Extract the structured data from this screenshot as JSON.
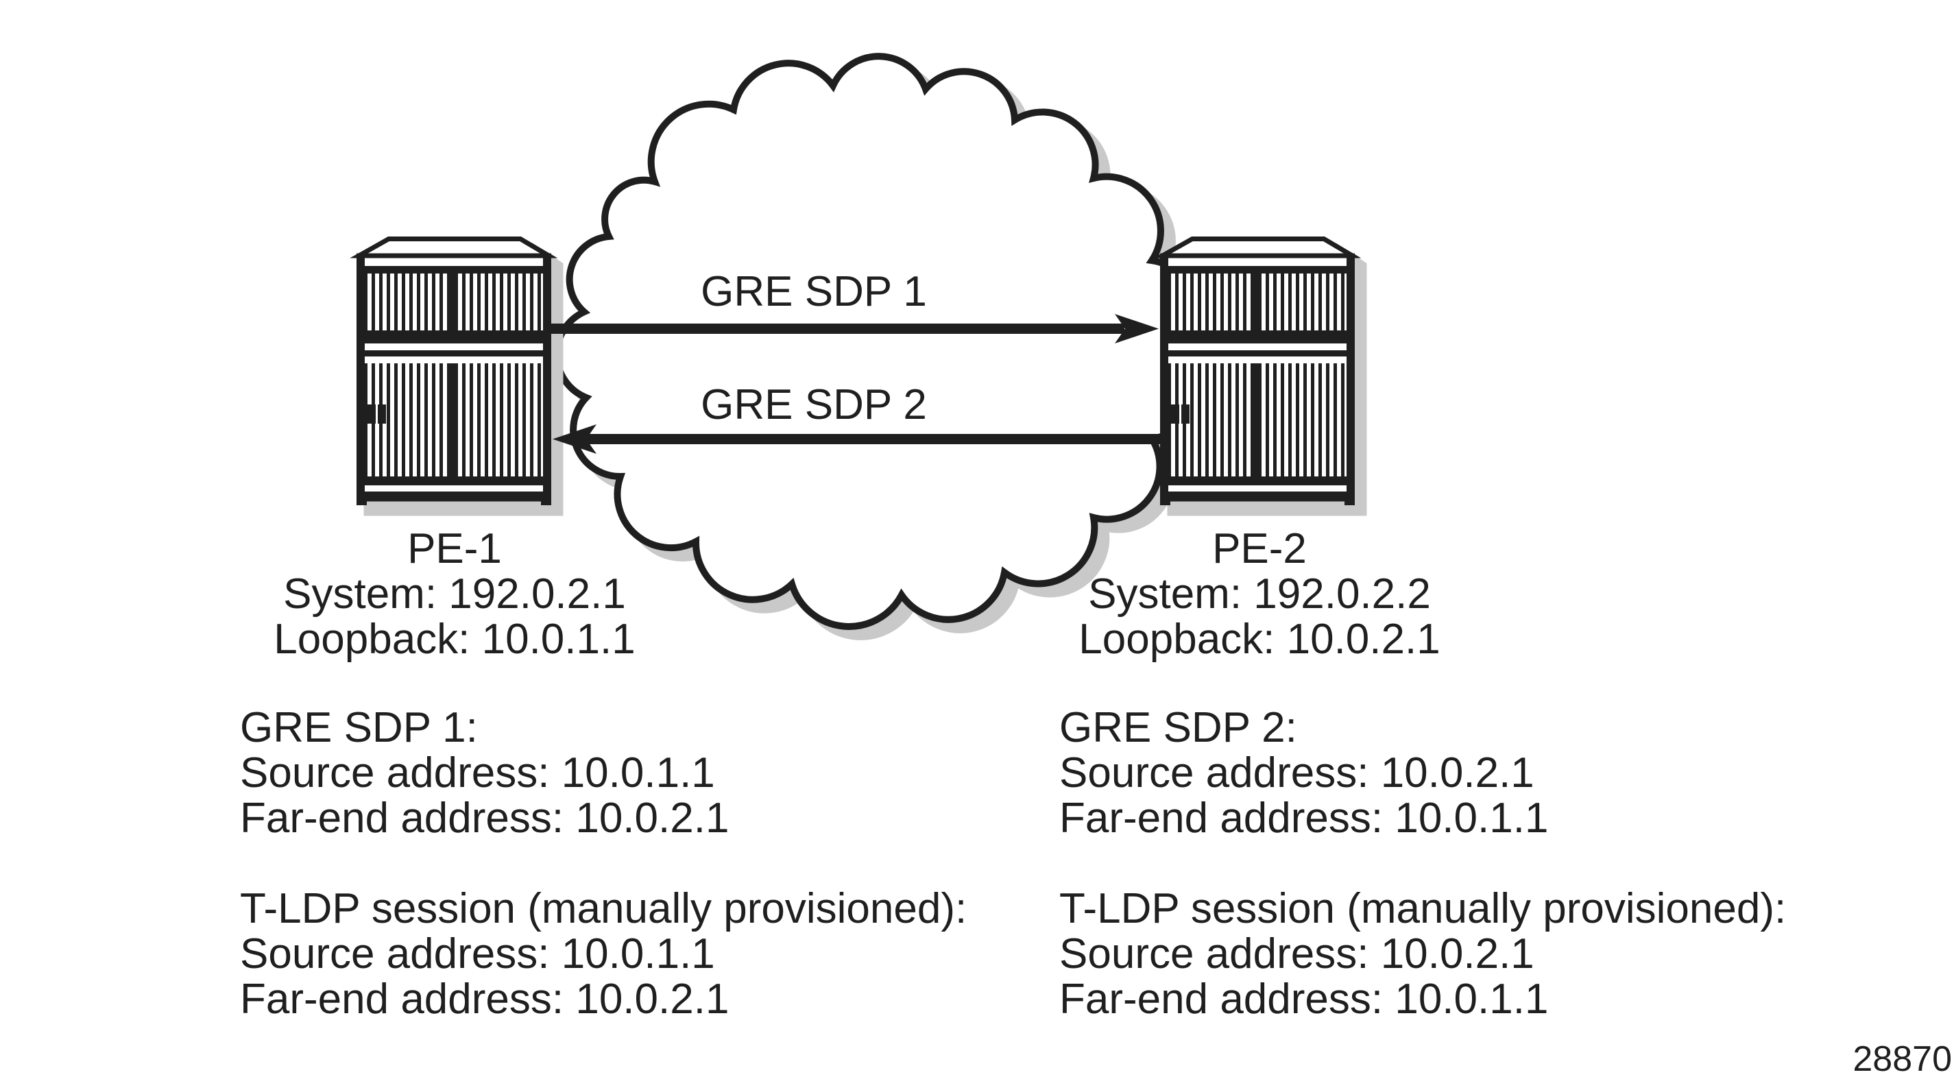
{
  "figure_number": "28870",
  "colors": {
    "ink": "#1f1f1f",
    "shadow": "#c9c9c9",
    "background": "#ffffff"
  },
  "cloud": {
    "name": "network-cloud"
  },
  "arrows": [
    {
      "label": "GRE SDP 1",
      "direction": "right",
      "from": "PE-1",
      "to": "PE-2"
    },
    {
      "label": "GRE SDP 2",
      "direction": "left",
      "from": "PE-2",
      "to": "PE-1"
    }
  ],
  "nodes": [
    {
      "title": "PE-1",
      "lines": [
        "System: 192.0.2.1",
        "Loopback: 10.0.1.1"
      ]
    },
    {
      "title": "PE-2",
      "lines": [
        "System: 192.0.2.2",
        "Loopback: 10.0.2.1"
      ]
    }
  ],
  "info_blocks": [
    {
      "lines": [
        "GRE SDP 1:",
        "Source address: 10.0.1.1",
        "Far-end address: 10.0.2.1",
        "",
        "T-LDP session (manually provisioned):",
        "Source address: 10.0.1.1",
        "Far-end address: 10.0.2.1"
      ]
    },
    {
      "lines": [
        "GRE SDP 2:",
        "Source address: 10.0.2.1",
        "Far-end address: 10.0.1.1",
        "",
        "T-LDP session (manually provisioned):",
        "Source address: 10.0.2.1",
        "Far-end address: 10.0.1.1"
      ]
    }
  ]
}
